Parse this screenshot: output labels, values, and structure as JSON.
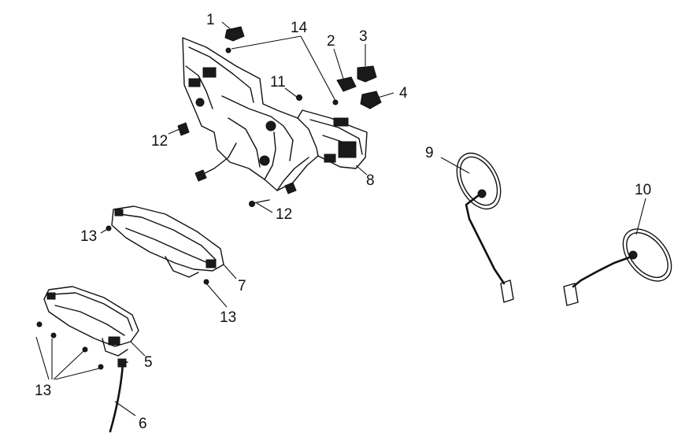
{
  "parts": [
    {
      "id": "1",
      "text": "1"
    },
    {
      "id": "2",
      "text": "2"
    },
    {
      "id": "3",
      "text": "3"
    },
    {
      "id": "4",
      "text": "4"
    },
    {
      "id": "5",
      "text": "5"
    },
    {
      "id": "6",
      "text": "6"
    },
    {
      "id": "7",
      "text": "7"
    },
    {
      "id": "8",
      "text": "8"
    },
    {
      "id": "9",
      "text": "9"
    },
    {
      "id": "10",
      "text": "10"
    },
    {
      "id": "11",
      "text": "11"
    },
    {
      "id": "12a",
      "text": "12"
    },
    {
      "id": "12b",
      "text": "12"
    },
    {
      "id": "13a",
      "text": "13"
    },
    {
      "id": "13b",
      "text": "13"
    },
    {
      "id": "13c",
      "text": "13"
    },
    {
      "id": "14",
      "text": "14"
    }
  ]
}
